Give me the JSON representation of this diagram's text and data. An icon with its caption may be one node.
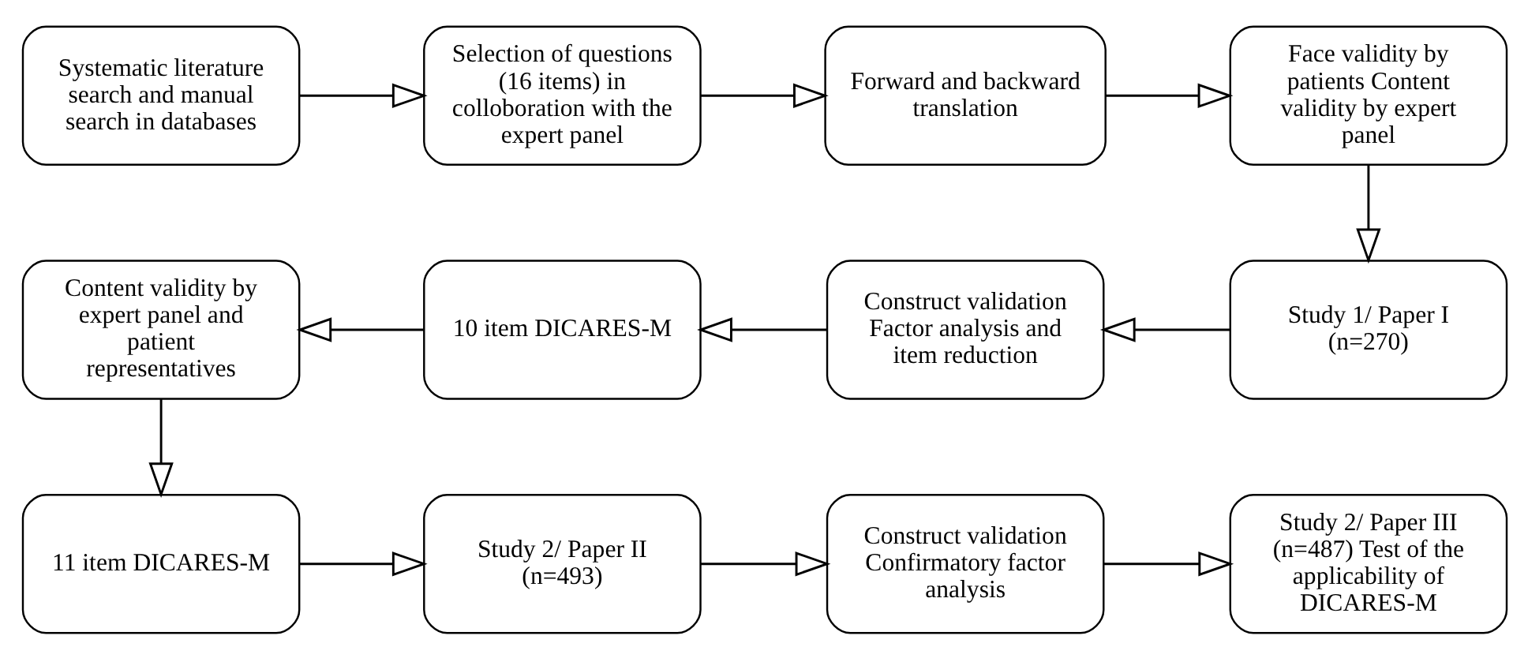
{
  "diagram": {
    "nodes": [
      {
        "text": [
          "Systematic literature search and manual search in databases"
        ]
      },
      {
        "text": [
          "Selection of questions (16 items) in colloboration with the expert panel"
        ]
      },
      {
        "text": [
          "Forward and backward translation"
        ]
      },
      {
        "text": [
          "Face validity by patients Content validity by expert panel"
        ]
      },
      {
        "text": [
          "Study 1/ Paper I (n=270)"
        ]
      },
      {
        "text": [
          "Construct validation Factor analysis and item reduction"
        ]
      },
      {
        "text": [
          "10 item DICARES-M"
        ]
      },
      {
        "text": [
          "Content validity by expert panel and patient representatives"
        ]
      },
      {
        "text": [
          "11 item DICARES-M"
        ]
      },
      {
        "text": [
          "Study 2/ Paper II (n=493)"
        ]
      },
      {
        "text": [
          "Construct validation Confirmatory factor analysis"
        ]
      },
      {
        "text": [
          "Study 2/ Paper III (n=487) Test of the applicability of DICARES-M"
        ]
      }
    ],
    "edges": [
      {
        "from": 0,
        "to": 1,
        "arrow": "to"
      },
      {
        "from": 1,
        "to": 2,
        "arrow": "to"
      },
      {
        "from": 2,
        "to": 3,
        "arrow": "to"
      },
      {
        "from": 3,
        "to": 4,
        "arrow": "to"
      },
      {
        "from": 4,
        "to": 5,
        "arrow": "to"
      },
      {
        "from": 5,
        "to": 6,
        "arrow": "to"
      },
      {
        "from": 6,
        "to": 7,
        "arrow": "to"
      },
      {
        "from": 7,
        "to": 8,
        "arrow": "to"
      },
      {
        "from": 8,
        "to": 9,
        "arrow": "to"
      },
      {
        "from": 9,
        "to": 10,
        "arrow": "to"
      },
      {
        "from": 10,
        "to": 11,
        "arrow": "to"
      }
    ]
  }
}
